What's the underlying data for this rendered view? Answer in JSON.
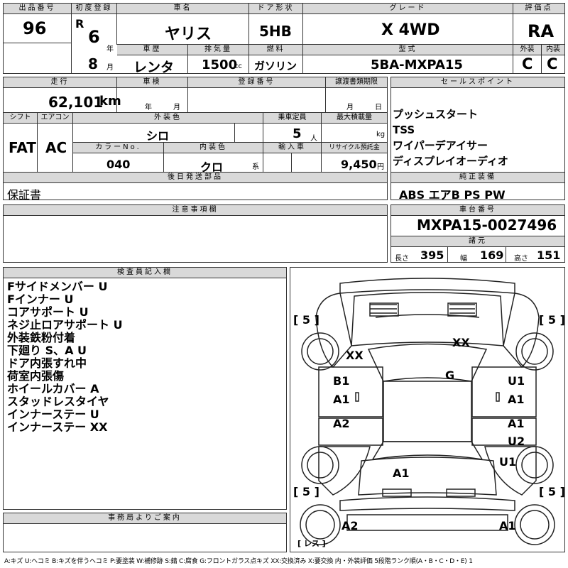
{
  "header": {
    "lot_label": "出品番号",
    "lot": "96",
    "first_reg_label": "初度登録",
    "era": "R",
    "year": "6",
    "year_unit": "年",
    "month": "8",
    "month_unit": "月",
    "name_label": "車名",
    "name": "ヤリス",
    "door_label": "ドア形状",
    "door": "5HB",
    "grade_label": "グレード",
    "grade": "X 4WD",
    "score_label": "評価点",
    "score": "RA",
    "history_label": "車歴",
    "history": "レンタ",
    "displacement_label": "排気量",
    "displacement": "1500",
    "displacement_unit": "cc",
    "fuel_label": "燃料",
    "fuel": "ガソリン",
    "model_label": "型式",
    "model": "5BA-MXPA15",
    "exterior_label": "外装",
    "exterior": "C",
    "interior_label": "内装",
    "interior": "C"
  },
  "row2": {
    "mileage_label": "走行",
    "mileage": "62,101",
    "mileage_unit": "km",
    "inspection_label": "車検",
    "year_unit": "年",
    "month_unit": "月",
    "registration_label": "登録番号",
    "transfer_label": "譲渡書類期限",
    "transfer_month": "月",
    "transfer_day": "日",
    "shift_label": "シフト",
    "shift": "FAT",
    "ac_label": "エアコン",
    "ac": "AC",
    "color_label": "外装色",
    "color": "シロ",
    "capacity_label": "乗車定員",
    "capacity": "5",
    "capacity_unit": "人",
    "max_load_label": "最大積載量",
    "max_load_unit": "kg",
    "color_no_label": "カラーNo.",
    "color_no": "040",
    "interior_color_label": "内装色",
    "interior_color": "クロ",
    "interior_color_unit": "系",
    "import_label": "輸入車",
    "recycle_label": "リサイクル預託金",
    "recycle": "9,450",
    "recycle_unit": "円",
    "later_parts_label": "後日発送部品",
    "later_parts": "保証書"
  },
  "sales": {
    "label": "セールスポイント",
    "items": [
      "プッシュスタート",
      "TSS",
      "ワイパーデアイサー",
      "ディスプレイオーディオ"
    ],
    "equipment_label": "純正装備",
    "equipment": "ABS エアB PS PW"
  },
  "notes": {
    "label": "注意事項欄"
  },
  "chassis": {
    "label": "車台番号",
    "number": "MXPA15-0027496",
    "specs_label": "諸元",
    "length_label": "長さ",
    "length": "395",
    "width_label": "幅",
    "width": "169",
    "height_label": "高さ",
    "height": "151"
  },
  "inspector": {
    "label": "検査員記入欄",
    "items": [
      "Fサイドメンバー U",
      "Fインナー U",
      "コアサポート U",
      "ネジ止ロアサポート U",
      "外装鉄粉付着",
      "下廻り S、A U",
      "ドア内張すれ中",
      "荷室内張傷",
      "ホイールカバー A",
      "スタッドレスタイヤ",
      "インナーステー U",
      "インナーステー XX"
    ]
  },
  "office": {
    "label": "事務局よりご案内"
  },
  "diagram": {
    "tire_fl": "[ 5 ]",
    "tire_fr": "[ 5 ]",
    "tire_rl": "[ 5 ]",
    "tire_rr": "[ 5 ]",
    "left_fender": "XX",
    "hood": "XX",
    "lf_door": "B1",
    "lf_door2": "A1",
    "lr_door": "A2",
    "roof": "G",
    "rf_door": "U1",
    "rf_door2": "A1",
    "rr_door": "A1",
    "rr_door2": "U2",
    "r_quarter": "U1",
    "trunk": "A1",
    "rear_left": "A2",
    "rear_right": "A1",
    "spare": "[ レス ]"
  },
  "legend": "A:キズ U:ヘコミ B:キズを伴うヘコミ P:要塗装 W:補修跡 S:錆 C:腐食 G:フロントガラス点キズ XX:交換済み X:要交換  内・外装評価 5段階ランク順(A・B・C・D・E) 1"
}
